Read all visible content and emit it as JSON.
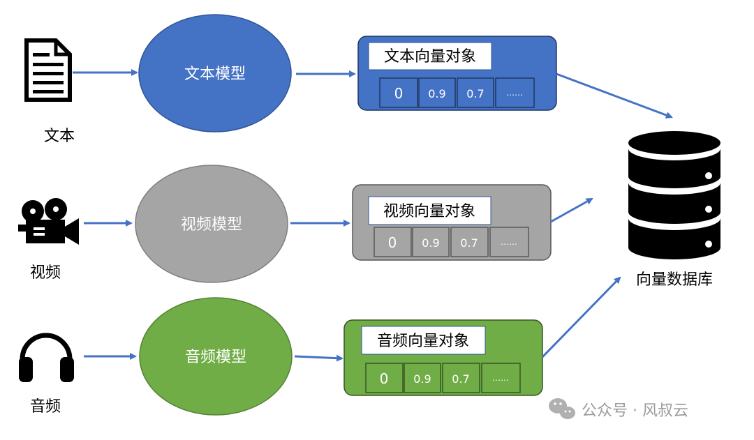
{
  "rows": [
    {
      "input_label": "文本",
      "input_icon": "document-icon",
      "model_label": "文本模型",
      "vector_title": "文本向量对象",
      "vector_values": [
        "0",
        "0.9",
        "0.7",
        "……"
      ],
      "color": "#4472C4"
    },
    {
      "input_label": "视频",
      "input_icon": "video-camera-icon",
      "model_label": "视频模型",
      "vector_title": "视频向量对象",
      "vector_values": [
        "0",
        "0.9",
        "0.7",
        "……"
      ],
      "color": "#A5A5A5"
    },
    {
      "input_label": "音频",
      "input_icon": "headphones-icon",
      "model_label": "音频模型",
      "vector_title": "音频向量对象",
      "vector_values": [
        "0",
        "0.9",
        "0.7",
        "……"
      ],
      "color": "#70AD47"
    }
  ],
  "database": {
    "label": "向量数据库",
    "icon": "database-icon"
  },
  "watermark": {
    "text": "公众号 · 风叔云",
    "icon": "wechat-icon"
  },
  "colors": {
    "arrow": "#4472C4",
    "ink": "#000000"
  }
}
